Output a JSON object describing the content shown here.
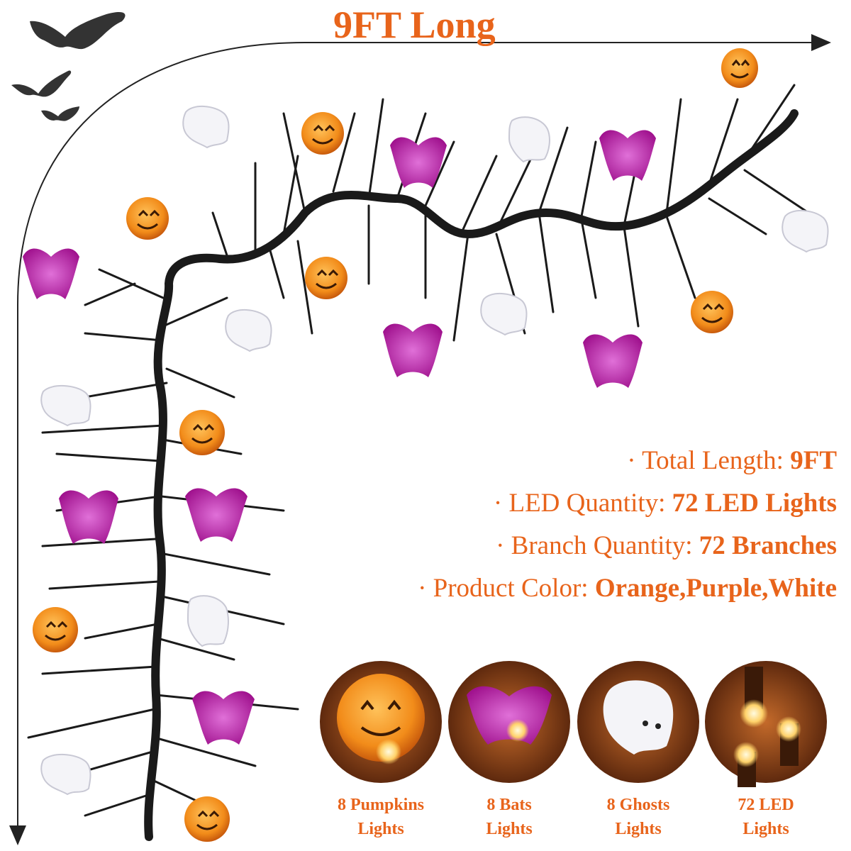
{
  "headline": "9FT Long",
  "specs": [
    {
      "label": "Total Length:",
      "value": "9FT"
    },
    {
      "label": "LED Quantity:",
      "value": "72 LED Lights"
    },
    {
      "label": "Branch Quantity:",
      "value": "72 Branches"
    },
    {
      "label": "Product Color:",
      "value": "Orange,Purple,White"
    }
  ],
  "features": [
    {
      "line1": "8 Pumpkins",
      "line2": "Lights",
      "icon": "pumpkin-icon"
    },
    {
      "line1": "8 Bats",
      "line2": "Lights",
      "icon": "bat-icon"
    },
    {
      "line1": "8 Ghosts",
      "line2": "Lights",
      "icon": "ghost-icon"
    },
    {
      "line1": "72 LED",
      "line2": "Lights",
      "icon": "led-bulb-icon"
    }
  ],
  "colors": {
    "accent_orange": "#e8641b",
    "pumpkin": "#f28c1a",
    "bat_purple": "#b0169e",
    "ghost_white": "#f4f4f8",
    "branch": "#1a1a1a",
    "disc_bg": "#6b2f10"
  }
}
